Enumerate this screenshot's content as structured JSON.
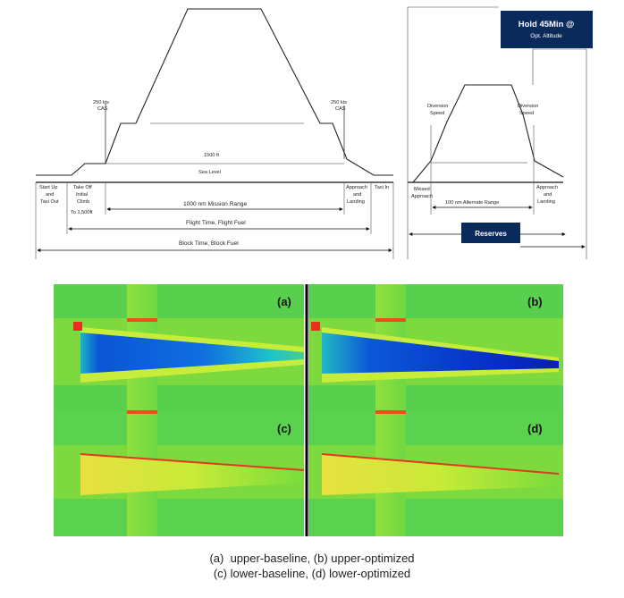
{
  "mission": {
    "profile_labels": {
      "cas_left": [
        "250 kts",
        "CAS"
      ],
      "cas_right": [
        "250 kts",
        "CAS"
      ],
      "altitude": "1500 ft",
      "sea_level": "Sea Level"
    },
    "phases": {
      "start_up": [
        "Start Up",
        "and",
        "Taxi Out"
      ],
      "take_off": [
        "Take Off",
        "Initial",
        "Climb",
        "To 1,500ft"
      ],
      "approach_landing": [
        "Approach",
        "and",
        "Landing"
      ],
      "taxi_in": "Taxi In"
    },
    "ranges": {
      "mission_range": "1000 nm Mission Range",
      "flight": "Flight Time, Flight Fuel",
      "block": "Block Time, Block Fuel"
    }
  },
  "reserves": {
    "diversion_left": [
      "Diversion",
      "Speed"
    ],
    "diversion_right": [
      "Diversion",
      "Speed"
    ],
    "missed_approach": [
      "Missed",
      "Approach"
    ],
    "alternate_range": "100 nm Alternate Range",
    "approach_landing": [
      "Approach",
      "and",
      "Landing"
    ],
    "hold_box": [
      "Hold 45Min @",
      "Opt. Altitude"
    ],
    "reserves_box": "Reserves",
    "colors": {
      "box_bg": "#0b2a5c",
      "box_text": "#ffffff"
    }
  },
  "panels": [
    {
      "label": "(a)"
    },
    {
      "label": "(b)"
    },
    {
      "label": "(c)"
    },
    {
      "label": "(d)"
    }
  ],
  "caption": {
    "line1": "(a)  upper-baseline, (b) upper-optimized",
    "line2": "(c) lower-baseline, (d) lower-optimized"
  }
}
